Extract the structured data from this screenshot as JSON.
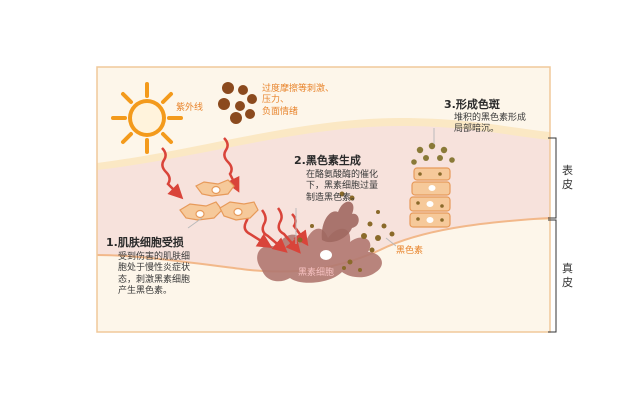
{
  "labels": {
    "uv": "紫外线",
    "stress": "过度摩擦等刺激、\n压力、\n负面情绪",
    "step1_title": "1.肌肤细胞受损",
    "step1_body": "受到伤害的肌肤细\n胞处于慢性炎症状\n态，刺激黑素细胞\n产生黑色素。",
    "step2_title": "2.黑色素生成",
    "step2_body": "在酪氨酸酶的催化\n下，黑素细胞过量\n制造黑色素。",
    "step3_title": "3.形成色斑",
    "step3_body": "堆积的黑色素形成\n局部暗沉。",
    "melanocyte": "黑素细胞",
    "melanin": "黑色素",
    "epidermis": "表\n皮",
    "dermis": "真\n皮"
  },
  "icons": [
    "sun-icon",
    "stress-particles-icon",
    "wavy-arrow-icon"
  ],
  "colors": {
    "frame": "#f0c89a",
    "epidermis": "#f7e2dc",
    "dermis_bg": "#fdf6ea",
    "skin_surface": "#fbe8c4",
    "arrow": "#d9443a",
    "sun": "#f39a1c",
    "melanocyte": "#b07870",
    "melanin": "#8a6a2a",
    "cell": "#f6c99a",
    "text_orange": "#e8842c"
  }
}
